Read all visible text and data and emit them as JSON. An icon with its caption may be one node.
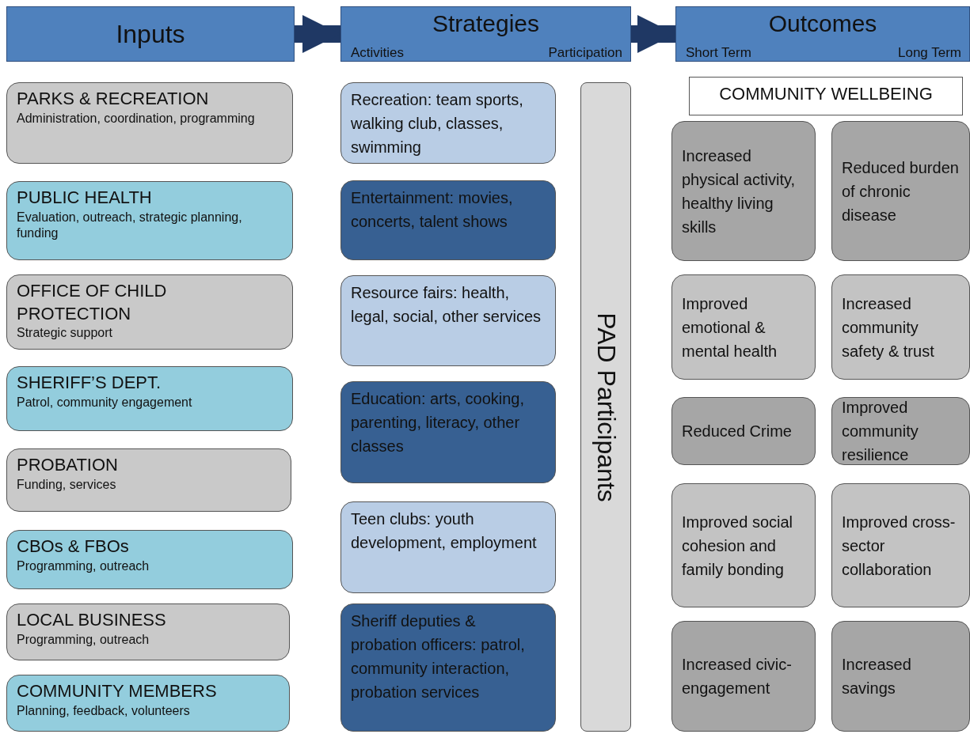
{
  "diagram": {
    "nodes": [
      {
        "text": [
          "Inputs"
        ]
      },
      {
        "text": [
          "Strategies",
          "Activities",
          "Participation"
        ]
      },
      {
        "text": [
          "Outcomes",
          "Short Term",
          "Long Term"
        ]
      },
      {
        "text": [
          "PARKS & RECREATION",
          "Administration, coordination, programming"
        ]
      },
      {
        "text": [
          "PUBLIC HEALTH",
          "Evaluation, outreach, strategic planning, funding"
        ]
      },
      {
        "text": [
          "OFFICE OF CHILD PROTECTION",
          "Strategic support"
        ]
      },
      {
        "text": [
          "SHERIFF’S DEPT.",
          "Patrol, community engagement"
        ]
      },
      {
        "text": [
          "PROBATION",
          "Funding, services"
        ]
      },
      {
        "text": [
          "CBOs & FBOs",
          "Programming, outreach"
        ]
      },
      {
        "text": [
          "LOCAL BUSINESS",
          "Programming, outreach"
        ]
      },
      {
        "text": [
          "COMMUNITY  MEMBERS",
          "Planning, feedback, volunteers"
        ]
      },
      {
        "text": [
          "Recreation: team sports, walking club, classes, swimming"
        ]
      },
      {
        "text": [
          "Entertainment: movies, concerts, talent shows"
        ]
      },
      {
        "text": [
          "Resource fairs: health, legal, social, other services"
        ]
      },
      {
        "text": [
          "Education: arts, cooking, parenting, literacy, other classes"
        ]
      },
      {
        "text": [
          "Teen clubs: youth development, employment"
        ]
      },
      {
        "text": [
          "Sheriff deputies & probation officers: patrol, community interaction, probation services"
        ]
      },
      {
        "text": [
          "PAD Participants"
        ]
      },
      {
        "text": [
          "COMMUNITY WELLBEING"
        ]
      },
      {
        "text": [
          "Increased physical activity, healthy living skills"
        ]
      },
      {
        "text": [
          "Reduced burden of chronic disease"
        ]
      },
      {
        "text": [
          "Improved emotional & mental health"
        ]
      },
      {
        "text": [
          "Increased community safety & trust"
        ]
      },
      {
        "text": [
          "Reduced Crime"
        ]
      },
      {
        "text": [
          "Improved community resilience"
        ]
      },
      {
        "text": [
          "Improved social cohesion and family bonding"
        ]
      },
      {
        "text": [
          "Improved cross-sector collaboration"
        ]
      },
      {
        "text": [
          "Increased civic-engagement"
        ]
      },
      {
        "text": [
          "Increased savings"
        ]
      }
    ],
    "edges": [
      {
        "from": 0,
        "to": 1,
        "arrow": "to"
      },
      {
        "from": 1,
        "to": 2,
        "arrow": "to"
      }
    ]
  }
}
